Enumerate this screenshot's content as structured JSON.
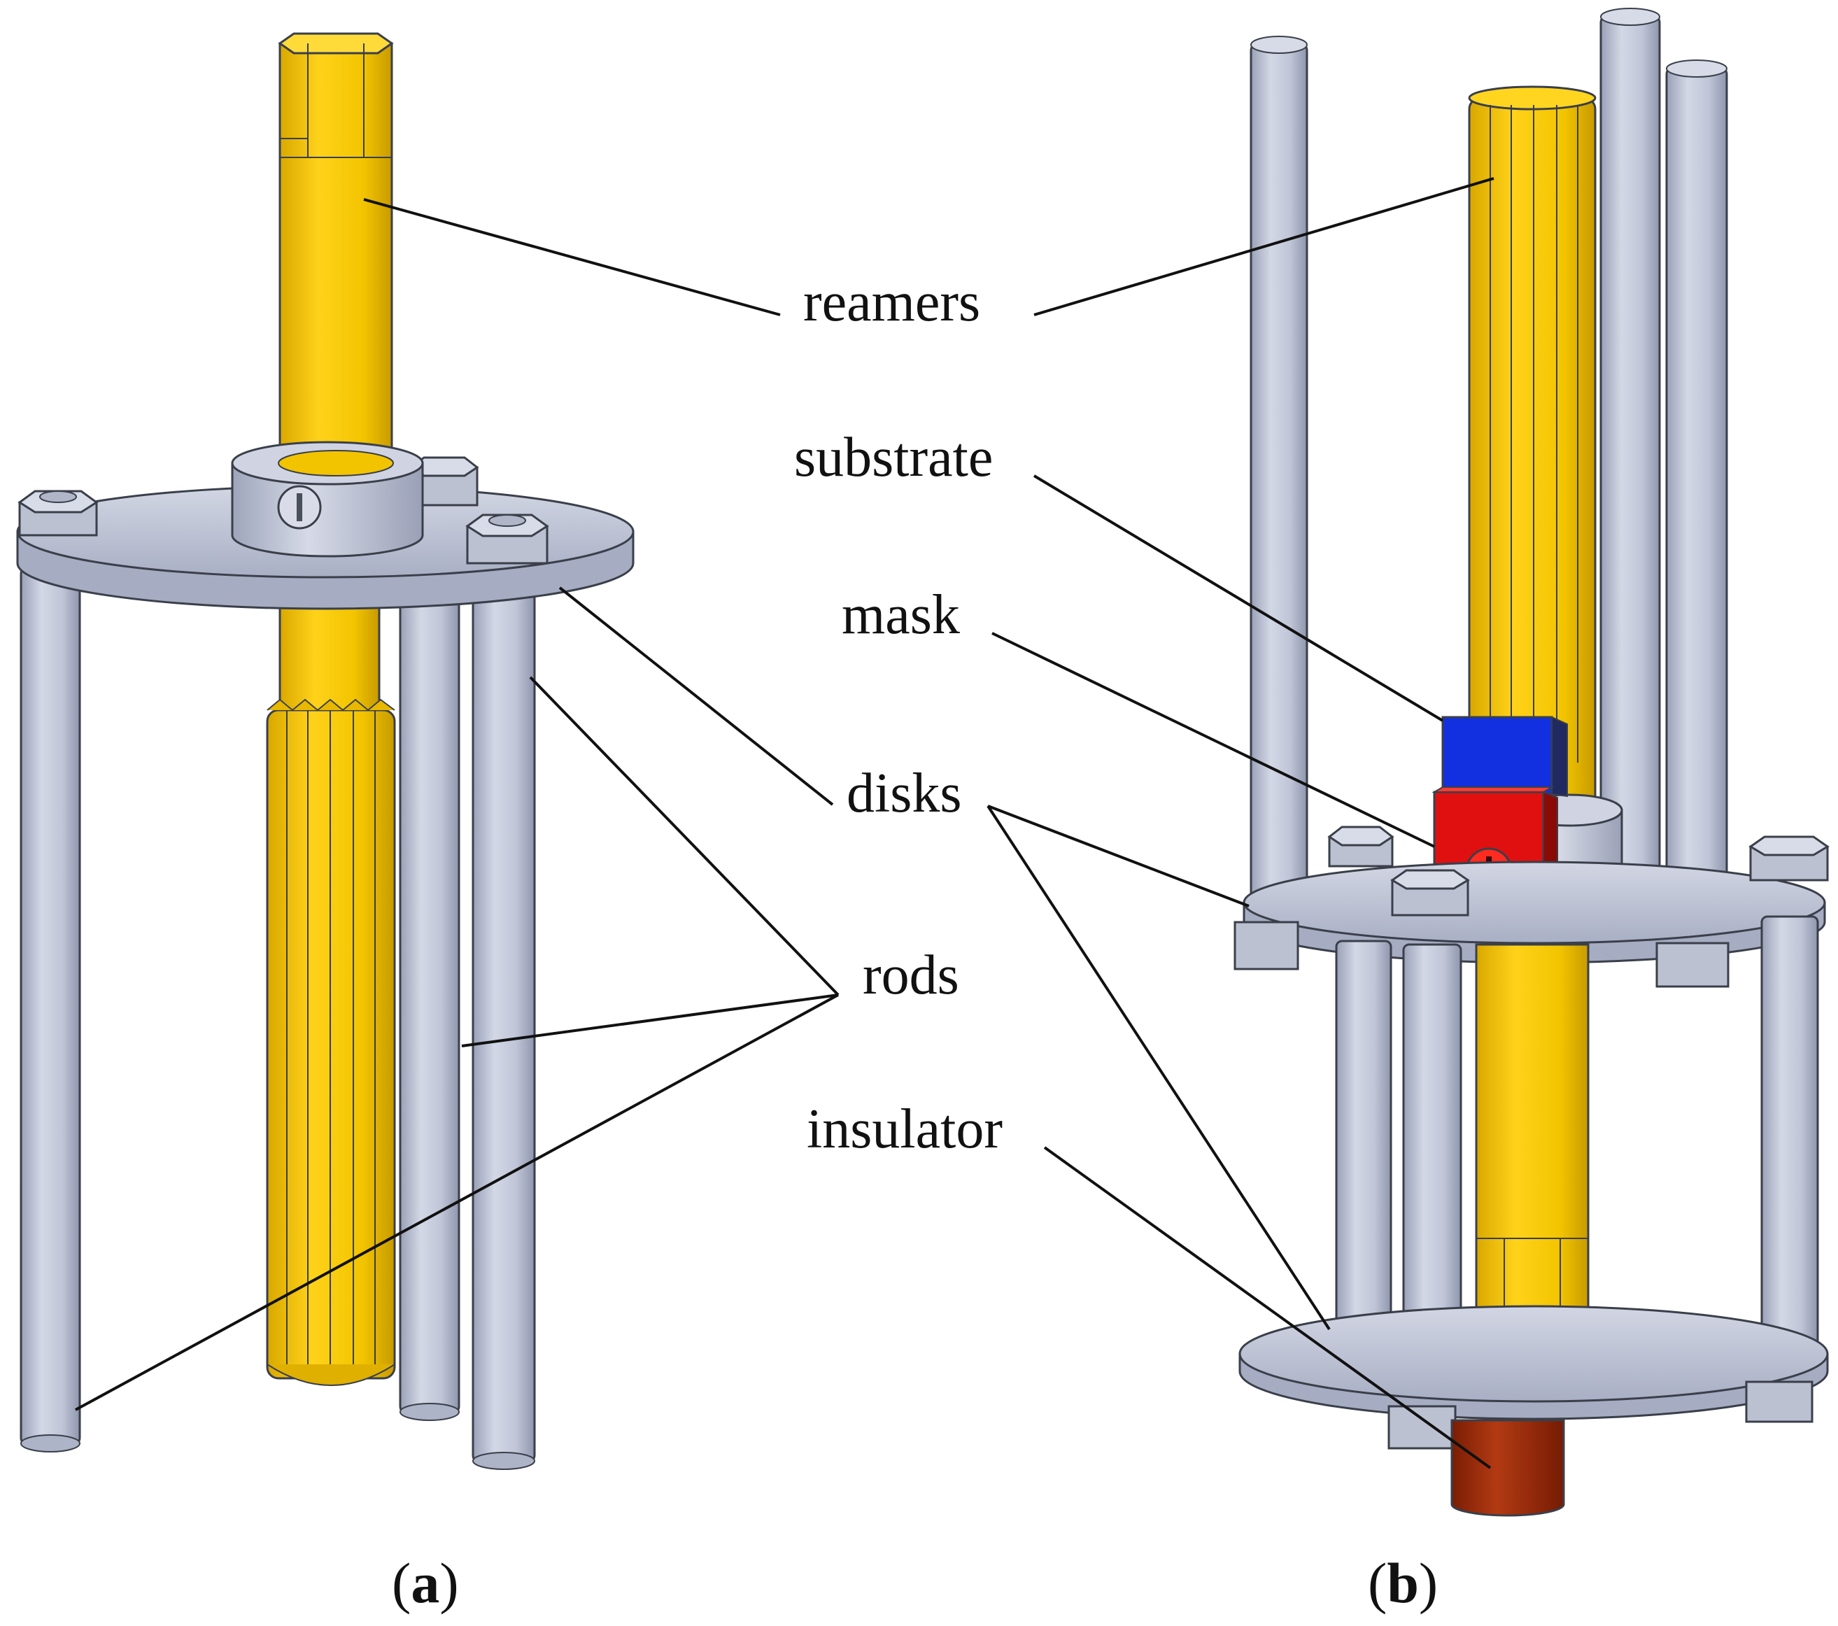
{
  "labels": {
    "reamers": "reamers",
    "substrate": "substrate",
    "mask": "mask",
    "disks": "disks",
    "rods": "rods",
    "insulator": "insulator"
  },
  "captions": {
    "a_letter": "a",
    "b_letter": "b",
    "open": "(",
    "close": ")"
  },
  "colors": {
    "rod": "#c3c8d9",
    "reamer": "#f2c400",
    "disk": "#c7cbdc",
    "substrate": "#1230e0",
    "mask": "#e01010",
    "insulator": "#9a2a08",
    "line": "#111111"
  }
}
